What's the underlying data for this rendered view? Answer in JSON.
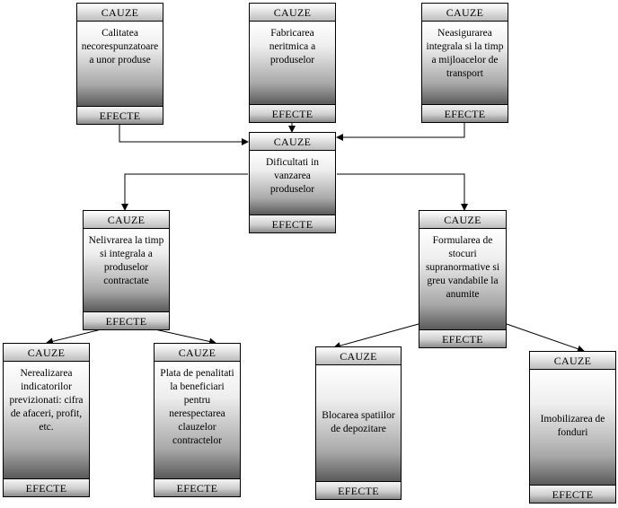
{
  "cause_label": "CAUZE",
  "effect_label": "EFECTE",
  "boxes": {
    "top_left": "Calitatea necorespunzatoare a unor produse",
    "top_middle": "Fabricarea neritmica a produselor",
    "top_right": "Neasigurarea integrala si la timp a mijloacelor de transport",
    "center": "Dificultati in vanzarea produselor",
    "mid_left": "Nelivrarea la timp si integrala a produselor contractate",
    "mid_right": "Formularea de stocuri supranormative si greu vandabile la anumite",
    "bottom_1": "Nerealizarea indicatorilor previzionati: cifra de afaceri, profit, etc.",
    "bottom_2": "Plata de penalitati la beneficiari pentru nerespectarea clauzelor contractelor",
    "bottom_3": "Blocarea spatiilor de depozitare",
    "bottom_4": "Imobilizarea de fonduri"
  }
}
